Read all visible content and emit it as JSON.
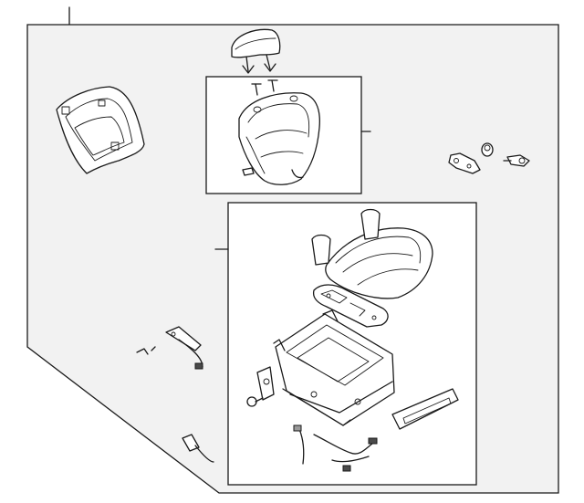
{
  "diagram": {
    "type": "exploded-parts-diagram",
    "subject": "seat assembly",
    "colors": {
      "background": "#f2f2f2",
      "line": "#1a1a1a",
      "box": "#ffffff"
    },
    "parts": [
      "headrest",
      "headrest-guide-pins",
      "seat-back-assembly",
      "seat-back-frame",
      "seat-back-cover-panel",
      "hinge-bracket",
      "cap",
      "bolt-bracket",
      "seat-cushion",
      "cushion-frame-plate",
      "seat-track-frame",
      "side-bracket",
      "mounting-bolt",
      "side-shield-trim",
      "wiring-harness",
      "connector-bracket",
      "small-clips",
      "wire-connector"
    ]
  }
}
